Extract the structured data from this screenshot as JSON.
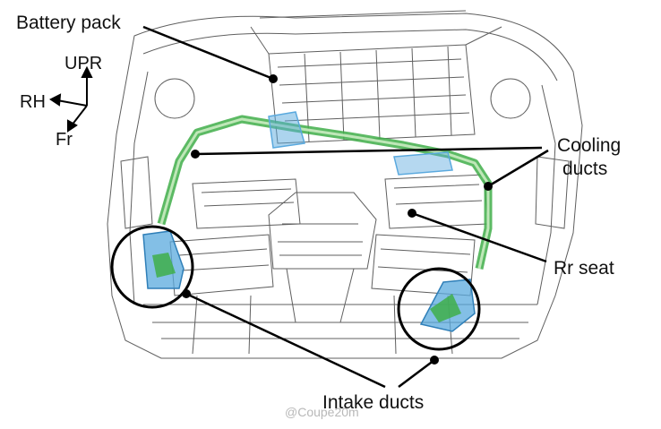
{
  "labels": {
    "battery_pack": "Battery pack",
    "cooling_ducts_line1": "Cooling",
    "cooling_ducts_line2": "ducts",
    "rr_seat": "Rr seat",
    "intake_ducts": "Intake ducts"
  },
  "axes": {
    "up": "UPR",
    "right_hand": "RH",
    "front": "Fr"
  },
  "watermark": "@Coupe20m",
  "colors": {
    "cooling_duct": "#3fae49",
    "intake_duct": "#5aa9de",
    "line_art": "#2a2a2a",
    "callout": "#000000"
  }
}
